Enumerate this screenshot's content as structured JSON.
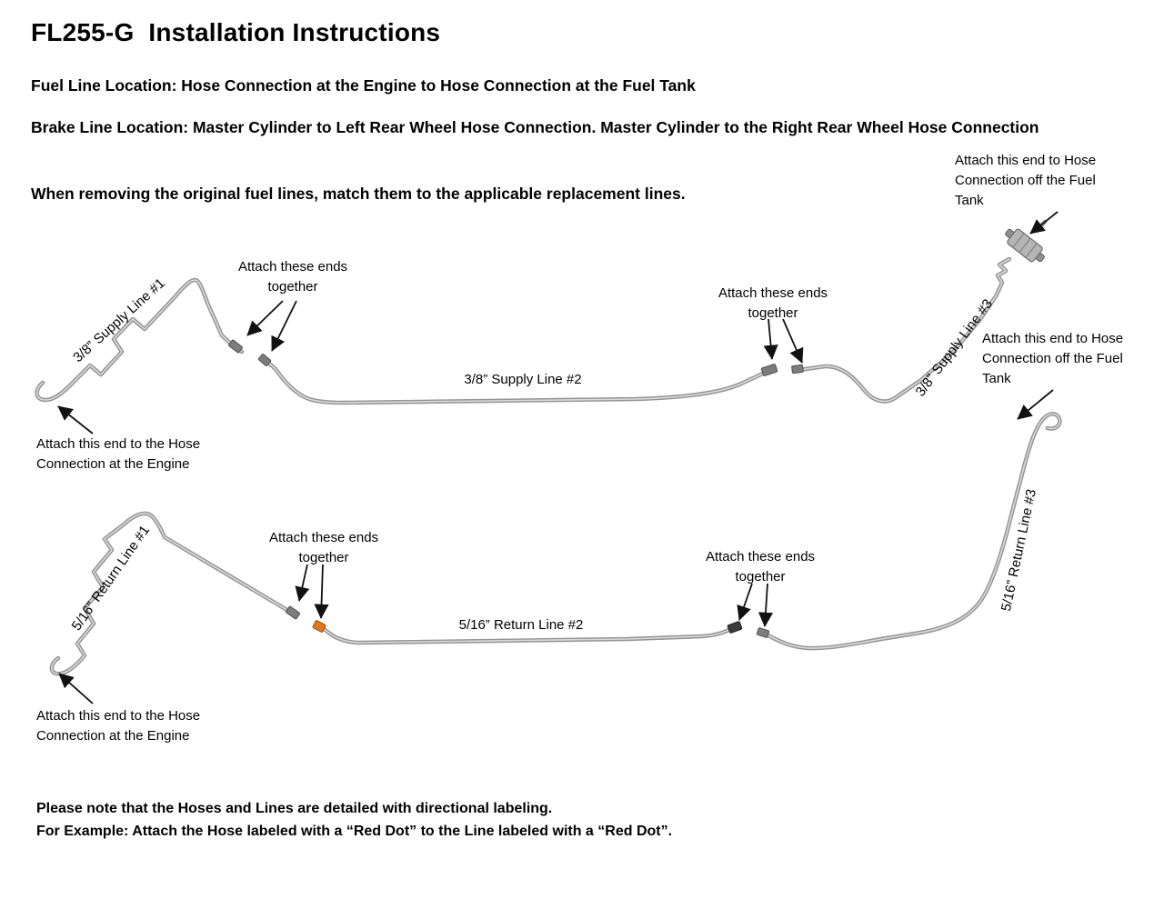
{
  "header": {
    "title": "FL255-G  Installation Instructions",
    "fuel_line_location": "Fuel Line Location: Hose Connection at the Engine to Hose Connection at the Fuel Tank",
    "brake_line_location": "Brake Line Location: Master Cylinder to Left Rear Wheel Hose Connection. Master Cylinder to the Right Rear Wheel Hose Connection",
    "removal_note": "When removing the original fuel lines, match them to the applicable replacement lines."
  },
  "diagram": {
    "labels": {
      "attach_ends_together": "Attach these ends together",
      "attach_engine_end": "Attach this end to the Hose Connection at the Engine",
      "attach_tank_end": "Attach this end to Hose Connection off the Fuel Tank",
      "supply_line_1": "3/8” Supply Line #1",
      "supply_line_2": "3/8” Supply Line #2",
      "supply_line_3": "3/8” Supply Line #3",
      "return_line_1": "5/16” Return Line #1",
      "return_line_2": "5/16” Return Line #2",
      "return_line_3": "5/16” Return Line #3"
    },
    "colors": {
      "line_gray": "#949494",
      "line_highlight": "#d9d9d9",
      "fitting_gray": "#7d7d7d",
      "fitting_dark": "#3c3c3c",
      "fitting_orange": "#e0791e",
      "arrow_black": "#111111"
    }
  },
  "footer": {
    "note_line1": "Please note that the Hoses and Lines are detailed with directional labeling.",
    "note_line2": "For Example: Attach the Hose labeled with a “Red Dot” to the Line labeled with a “Red Dot”."
  }
}
